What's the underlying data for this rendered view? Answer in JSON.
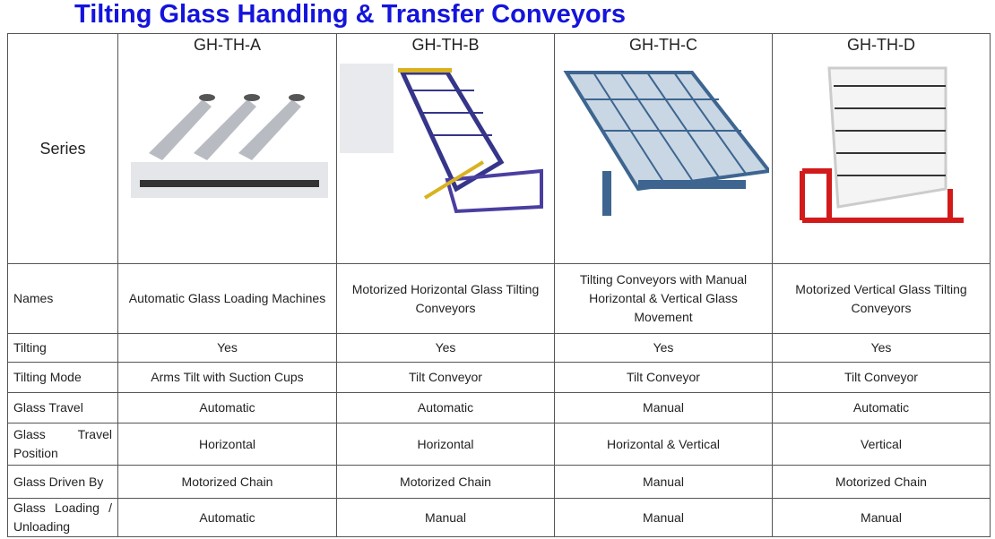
{
  "title": "Tilting Glass Handling & Transfer Conveyors",
  "header": {
    "label": "Series",
    "models": [
      "GH-TH-A",
      "GH-TH-B",
      "GH-TH-C",
      "GH-TH-D"
    ]
  },
  "rows": [
    {
      "label": "Names",
      "values": [
        "Automatic Glass Loading Machines",
        "Motorized Horizontal Glass Tilting Conveyors",
        "Tilting Conveyors with Manual Horizontal & Vertical Glass Movement",
        "Motorized Vertical Glass Tilting Conveyors"
      ]
    },
    {
      "label": "Tilting",
      "values": [
        "Yes",
        "Yes",
        "Yes",
        "Yes"
      ]
    },
    {
      "label": "Tilting Mode",
      "values": [
        "Arms Tilt with Suction Cups",
        "Tilt Conveyor",
        "Tilt Conveyor",
        "Tilt Conveyor"
      ]
    },
    {
      "label": "Glass Travel",
      "values": [
        "Automatic",
        "Automatic",
        "Manual",
        "Automatic"
      ]
    },
    {
      "label": "Glass Travel Position",
      "values": [
        "Horizontal",
        "Horizontal",
        "Horizontal & Vertical",
        "Vertical"
      ]
    },
    {
      "label": "Glass Driven By",
      "values": [
        "Motorized Chain",
        "Motorized Chain",
        "Manual",
        "Motorized Chain"
      ]
    },
    {
      "label": "Glass Loading / Unloading",
      "values": [
        "Automatic",
        "Manual",
        "Manual",
        "Manual"
      ]
    }
  ]
}
